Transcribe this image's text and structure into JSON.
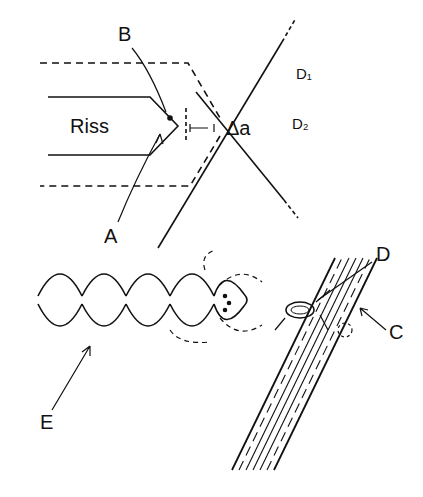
{
  "diagram": {
    "labels": [
      "Riss",
      "B",
      "A",
      "Δa",
      "D₁",
      "D₂",
      "D",
      "C",
      "E"
    ]
  }
}
